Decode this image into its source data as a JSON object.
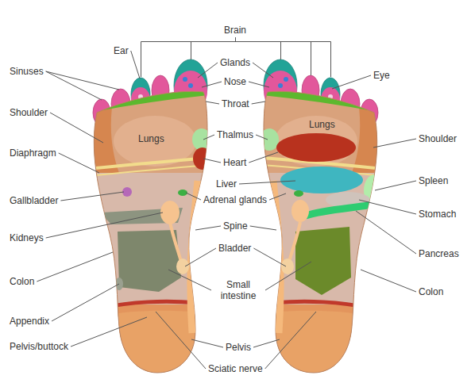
{
  "diagram": {
    "labels": [
      "Brain",
      "Ear",
      "Sinuses",
      "Glands",
      "Eye",
      "Nose",
      "Throat",
      "Shoulder",
      "Lungs",
      "Thalmus",
      "Lungs",
      "Shoulder",
      "Diaphragm",
      "Heart",
      "Liver",
      "Spleen",
      "Gallbladder",
      "Adrenal glands",
      "Stomach",
      "Kidneys",
      "Spine",
      "Pancreas",
      "Bladder",
      "Colon",
      "Small intestine",
      "Colon",
      "Appendix",
      "Pelvis/buttock",
      "Pelvis",
      "Sciatic nerve"
    ]
  }
}
